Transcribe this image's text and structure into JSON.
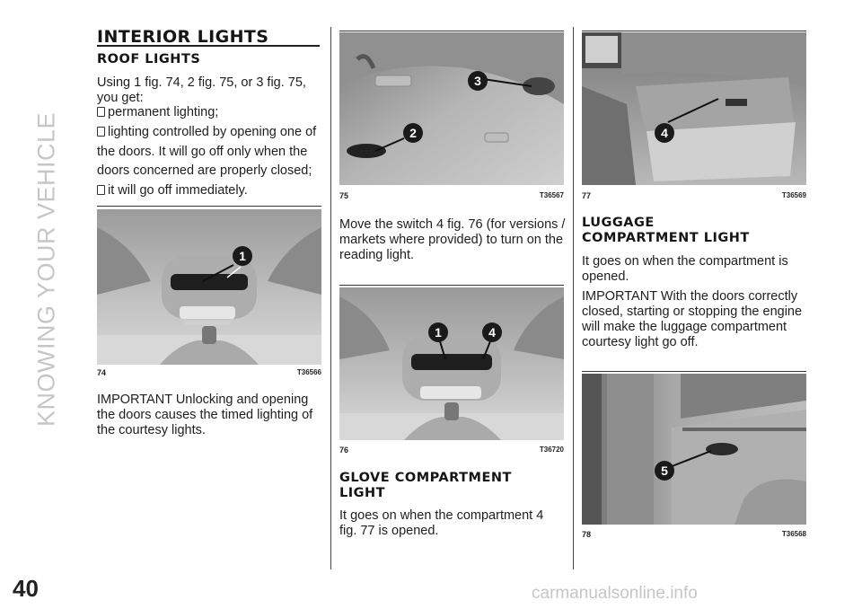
{
  "side_label": "KNOWING YOUR VEHICLE",
  "page_number": "40",
  "watermark": "carmanualsonline.info",
  "section_title": "INTERIOR LIGHTS",
  "roof": {
    "title": "ROOF LIGHTS",
    "intro_line1": "Using 1 fig. 74, 2 fig. 75, or 3 fig. 75,",
    "intro_line2": "you get:",
    "bullets": [
      "permanent lighting;",
      "lighting controlled by opening one of",
      "it will go off immediately."
    ],
    "bullet2_cont1": "the doors. It will go off only when the",
    "bullet2_cont2": "doors concerned are properly closed;",
    "important_line1": "IMPORTANT Unlocking and opening",
    "important_line2": "the doors causes the timed lighting of",
    "important_line3": "the courtesy lights."
  },
  "figures": {
    "fig74": {
      "num": "74",
      "code": "T36566",
      "callouts": [
        "1"
      ]
    },
    "fig75": {
      "num": "75",
      "code": "T36567",
      "callouts": [
        "2",
        "3"
      ]
    },
    "fig76": {
      "num": "76",
      "code": "T36720",
      "callouts": [
        "1",
        "4"
      ]
    },
    "fig77": {
      "num": "77",
      "code": "T36569",
      "callouts": [
        "4"
      ]
    },
    "fig78": {
      "num": "78",
      "code": "T36568",
      "callouts": [
        "5"
      ]
    }
  },
  "reading": {
    "line1": "Move the switch 4 fig. 76 (for versions /",
    "line2": "markets where provided) to turn on the",
    "line3": "reading light."
  },
  "glove": {
    "title_line1": "GLOVE COMPARTMENT",
    "title_line2": "LIGHT",
    "line1": "It goes on when the compartment 4",
    "line2": "fig. 77 is opened."
  },
  "luggage": {
    "title_line1": "LUGGAGE",
    "title_line2": "COMPARTMENT LIGHT",
    "line1": "It goes on when the compartment is",
    "line2": "opened.",
    "important_line1": "IMPORTANT With the doors correctly",
    "important_line2": "closed, starting or stopping the engine",
    "important_line3": "will make the luggage compartment",
    "important_line4": "courtesy light go off."
  }
}
